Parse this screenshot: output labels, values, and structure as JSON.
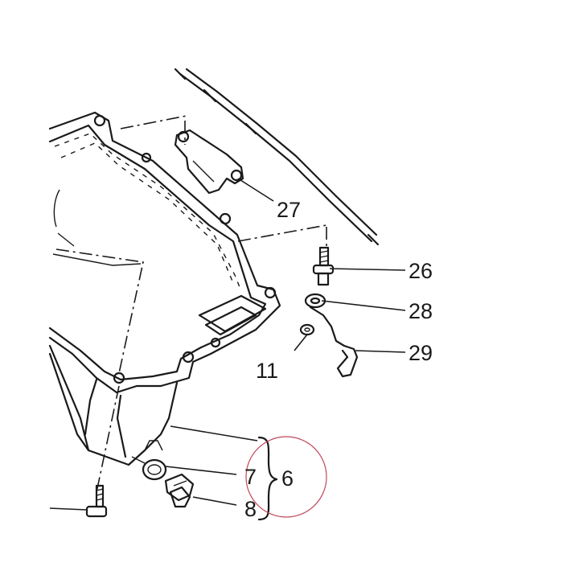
{
  "callouts": {
    "c27": "27",
    "c26": "26",
    "c28": "28",
    "c29": "29",
    "c11": "11",
    "c7": "7",
    "c8": "8",
    "c6": "6"
  },
  "colors": {
    "line": "#1a1a1a",
    "background": "#ffffff",
    "highlight_circle": "#c0485a"
  }
}
